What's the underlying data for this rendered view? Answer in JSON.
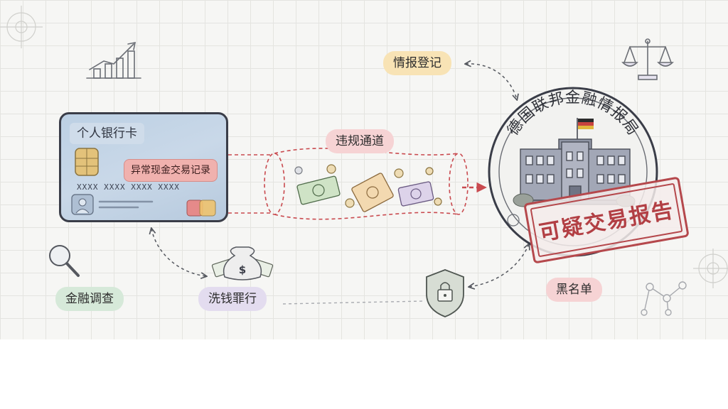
{
  "card": {
    "title": "个人银行卡",
    "tag": "异常现金交易记录",
    "number": "XXXX XXXX XXXX XXXX"
  },
  "labels": {
    "channel": "违规通道",
    "registration": "情报登记",
    "investigation": "金融调查",
    "laundering": "洗钱罪行",
    "blacklist": "黑名单"
  },
  "agency": {
    "name": "德国联邦金融情报局"
  },
  "stamp": {
    "text": "可疑交易报告"
  },
  "icons": [
    "rising-bar-chart-icon",
    "credit-card-icon",
    "contactless-icon",
    "card-chip-icon",
    "tunnel-icon",
    "banknote-icon",
    "coin-icon",
    "money-bag-icon",
    "magnifier-icon",
    "shield-lock-icon",
    "scales-of-justice-icon",
    "government-building-icon",
    "german-flag-icon",
    "network-nodes-icon"
  ],
  "colors": {
    "card": "#c4d5e7",
    "tag": "#f0b1ae",
    "arrow_red": "#c94a4f",
    "stamp_red": "#b5484c",
    "pill_yellow": "#f8e3b5",
    "pill_pink": "#f6d3d4",
    "pill_green": "#d6e9d9",
    "pill_purple": "#e3dcef"
  }
}
